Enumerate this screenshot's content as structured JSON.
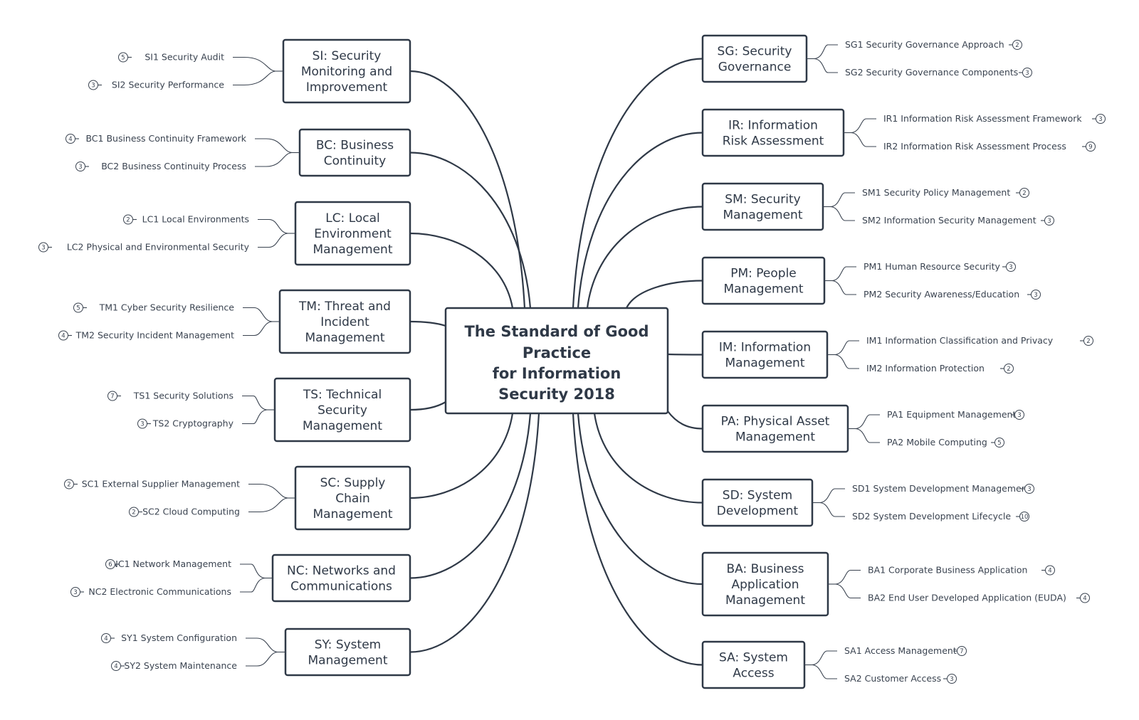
{
  "central": {
    "lines": [
      "The Standard of Good",
      "Practice",
      "for Information",
      "Security 2018"
    ]
  },
  "left": [
    {
      "id": "SI",
      "lines": [
        "SI: Security",
        "Monitoring and",
        "Improvement"
      ],
      "children": [
        {
          "label": "SI1 Security Audit",
          "count": "5"
        },
        {
          "label": "SI2 Security Performance",
          "count": "3"
        }
      ]
    },
    {
      "id": "BC",
      "lines": [
        "BC: Business",
        "Continuity"
      ],
      "children": [
        {
          "label": "BC1 Business Continuity Framework",
          "count": "4"
        },
        {
          "label": "BC2 Business Continuity Process",
          "count": "3"
        }
      ]
    },
    {
      "id": "LC",
      "lines": [
        "LC: Local",
        "Environment",
        "Management"
      ],
      "children": [
        {
          "label": "LC1 Local Environments",
          "count": "2"
        },
        {
          "label": "LC2 Physical and Environmental Security",
          "count": "3"
        }
      ]
    },
    {
      "id": "TM",
      "lines": [
        "TM: Threat and",
        "Incident",
        "Management"
      ],
      "children": [
        {
          "label": "TM1 Cyber Security Resilience",
          "count": "5"
        },
        {
          "label": "TM2 Security Incident Management",
          "count": "4"
        }
      ]
    },
    {
      "id": "TS",
      "lines": [
        "TS: Technical",
        "Security",
        "Management"
      ],
      "children": [
        {
          "label": "TS1 Security Solutions",
          "count": "7"
        },
        {
          "label": "TS2 Cryptography",
          "count": "3"
        }
      ]
    },
    {
      "id": "SC",
      "lines": [
        "SC: Supply",
        "Chain",
        "Management"
      ],
      "children": [
        {
          "label": "SC1 External Supplier Management",
          "count": "2"
        },
        {
          "label": "SC2 Cloud Computing",
          "count": "2"
        }
      ]
    },
    {
      "id": "NC",
      "lines": [
        "NC: Networks and",
        "Communications"
      ],
      "children": [
        {
          "label": "NC1 Network Management",
          "count": "6"
        },
        {
          "label": "NC2 Electronic Communications",
          "count": "3"
        }
      ]
    },
    {
      "id": "SY",
      "lines": [
        "SY: System",
        "Management"
      ],
      "children": [
        {
          "label": "SY1 System Configuration",
          "count": "4"
        },
        {
          "label": "SY2 System Maintenance",
          "count": "4"
        }
      ]
    }
  ],
  "right": [
    {
      "id": "SG",
      "lines": [
        "SG: Security",
        "Governance"
      ],
      "children": [
        {
          "label": "SG1 Security Governance Approach",
          "count": "2"
        },
        {
          "label": "SG2 Security Governance Components",
          "count": "3"
        }
      ]
    },
    {
      "id": "IR",
      "lines": [
        "IR: Information",
        "Risk Assessment"
      ],
      "children": [
        {
          "label": "IR1 Information Risk Assessment Framework",
          "count": "3"
        },
        {
          "label": "IR2 Information Risk Assessment Process",
          "count": "9"
        }
      ]
    },
    {
      "id": "SM",
      "lines": [
        "SM: Security",
        "Management"
      ],
      "children": [
        {
          "label": "SM1 Security Policy Management",
          "count": "2"
        },
        {
          "label": "SM2 Information Security Management",
          "count": "3"
        }
      ]
    },
    {
      "id": "PM",
      "lines": [
        "PM: People",
        "Management"
      ],
      "children": [
        {
          "label": "PM1 Human Resource Security",
          "count": "3"
        },
        {
          "label": "PM2 Security Awareness/Education",
          "count": "3"
        }
      ]
    },
    {
      "id": "IM",
      "lines": [
        "IM: Information",
        "Management"
      ],
      "children": [
        {
          "label": "IM1 Information Classification and Privacy",
          "count": "2"
        },
        {
          "label": "IM2 Information Protection",
          "count": "2"
        }
      ]
    },
    {
      "id": "PA",
      "lines": [
        "PA: Physical Asset",
        "Management"
      ],
      "children": [
        {
          "label": "PA1 Equipment Management",
          "count": "3"
        },
        {
          "label": "PA2 Mobile Computing",
          "count": "5"
        }
      ]
    },
    {
      "id": "SD",
      "lines": [
        "SD: System",
        "Development"
      ],
      "children": [
        {
          "label": "SD1 System Development Management",
          "count": "3"
        },
        {
          "label": "SD2 System Development Lifecycle",
          "count": "10"
        }
      ]
    },
    {
      "id": "BA",
      "lines": [
        "BA: Business",
        "Application",
        "Management"
      ],
      "children": [
        {
          "label": "BA1 Corporate Business Application",
          "count": "4"
        },
        {
          "label": "BA2 End User Developed Application (EUDA)",
          "count": "4"
        }
      ]
    },
    {
      "id": "SA",
      "lines": [
        "SA: System",
        "Access"
      ],
      "children": [
        {
          "label": "SA1 Access Management",
          "count": "7"
        },
        {
          "label": "SA2 Customer Access",
          "count": "3"
        }
      ]
    }
  ]
}
